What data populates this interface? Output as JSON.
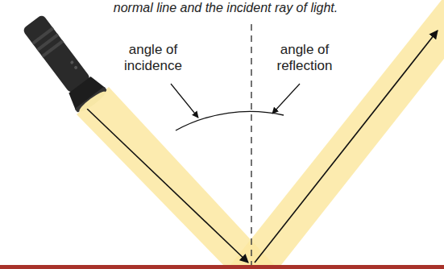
{
  "diagram": {
    "labels": [
      "normal line and the incident ray of light.",
      "angle of incidence",
      "angle of reflection"
    ]
  }
}
